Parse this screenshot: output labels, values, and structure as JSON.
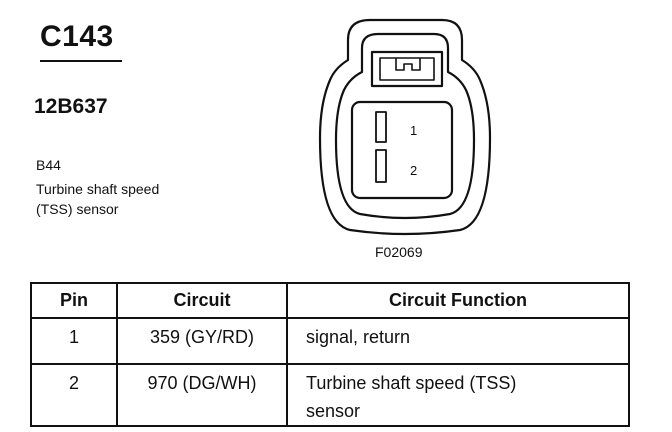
{
  "connector": {
    "id": "C143",
    "part_number": "12B637",
    "component_code": "B44",
    "component_name_line1": "Turbine shaft speed",
    "component_name_line2": "(TSS) sensor",
    "figure_code": "F02069",
    "pin_labels": [
      "1",
      "2"
    ]
  },
  "table": {
    "headers": [
      "Pin",
      "Circuit",
      "Circuit Function"
    ],
    "rows": [
      {
        "pin": "1",
        "circuit": "359 (GY/RD)",
        "function_line1": "signal, return",
        "function_line2": ""
      },
      {
        "pin": "2",
        "circuit": "970 (DG/WH)",
        "function_line1": "Turbine shaft speed (TSS)",
        "function_line2": "sensor"
      }
    ]
  }
}
